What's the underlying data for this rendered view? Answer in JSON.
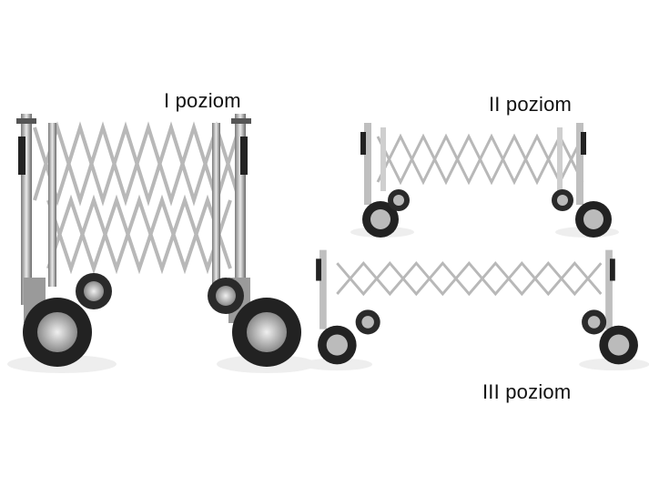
{
  "labels": {
    "level1": "I poziom",
    "level2": "II poziom",
    "level3": "III poziom"
  },
  "colors": {
    "background": "#ffffff",
    "metal_light": "#d9d9d9",
    "metal_mid": "#a6a6a6",
    "metal_dark": "#5c5c5c",
    "tire": "#222222",
    "text": "#111111"
  },
  "icons": [
    "trolley-level-1",
    "trolley-level-2",
    "trolley-level-3"
  ]
}
